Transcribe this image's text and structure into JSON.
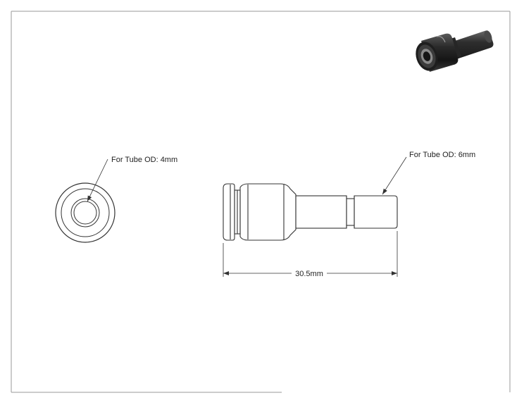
{
  "callouts": {
    "end_view": "For Tube OD: 4mm",
    "side_view": "For Tube OD: 6mm"
  },
  "dimensions": {
    "overall_length": "30.5mm"
  },
  "colors": {
    "line": "#333333",
    "border": "#999999",
    "render_body": "#2b2b2b",
    "render_highlight": "#8a8a8a"
  }
}
